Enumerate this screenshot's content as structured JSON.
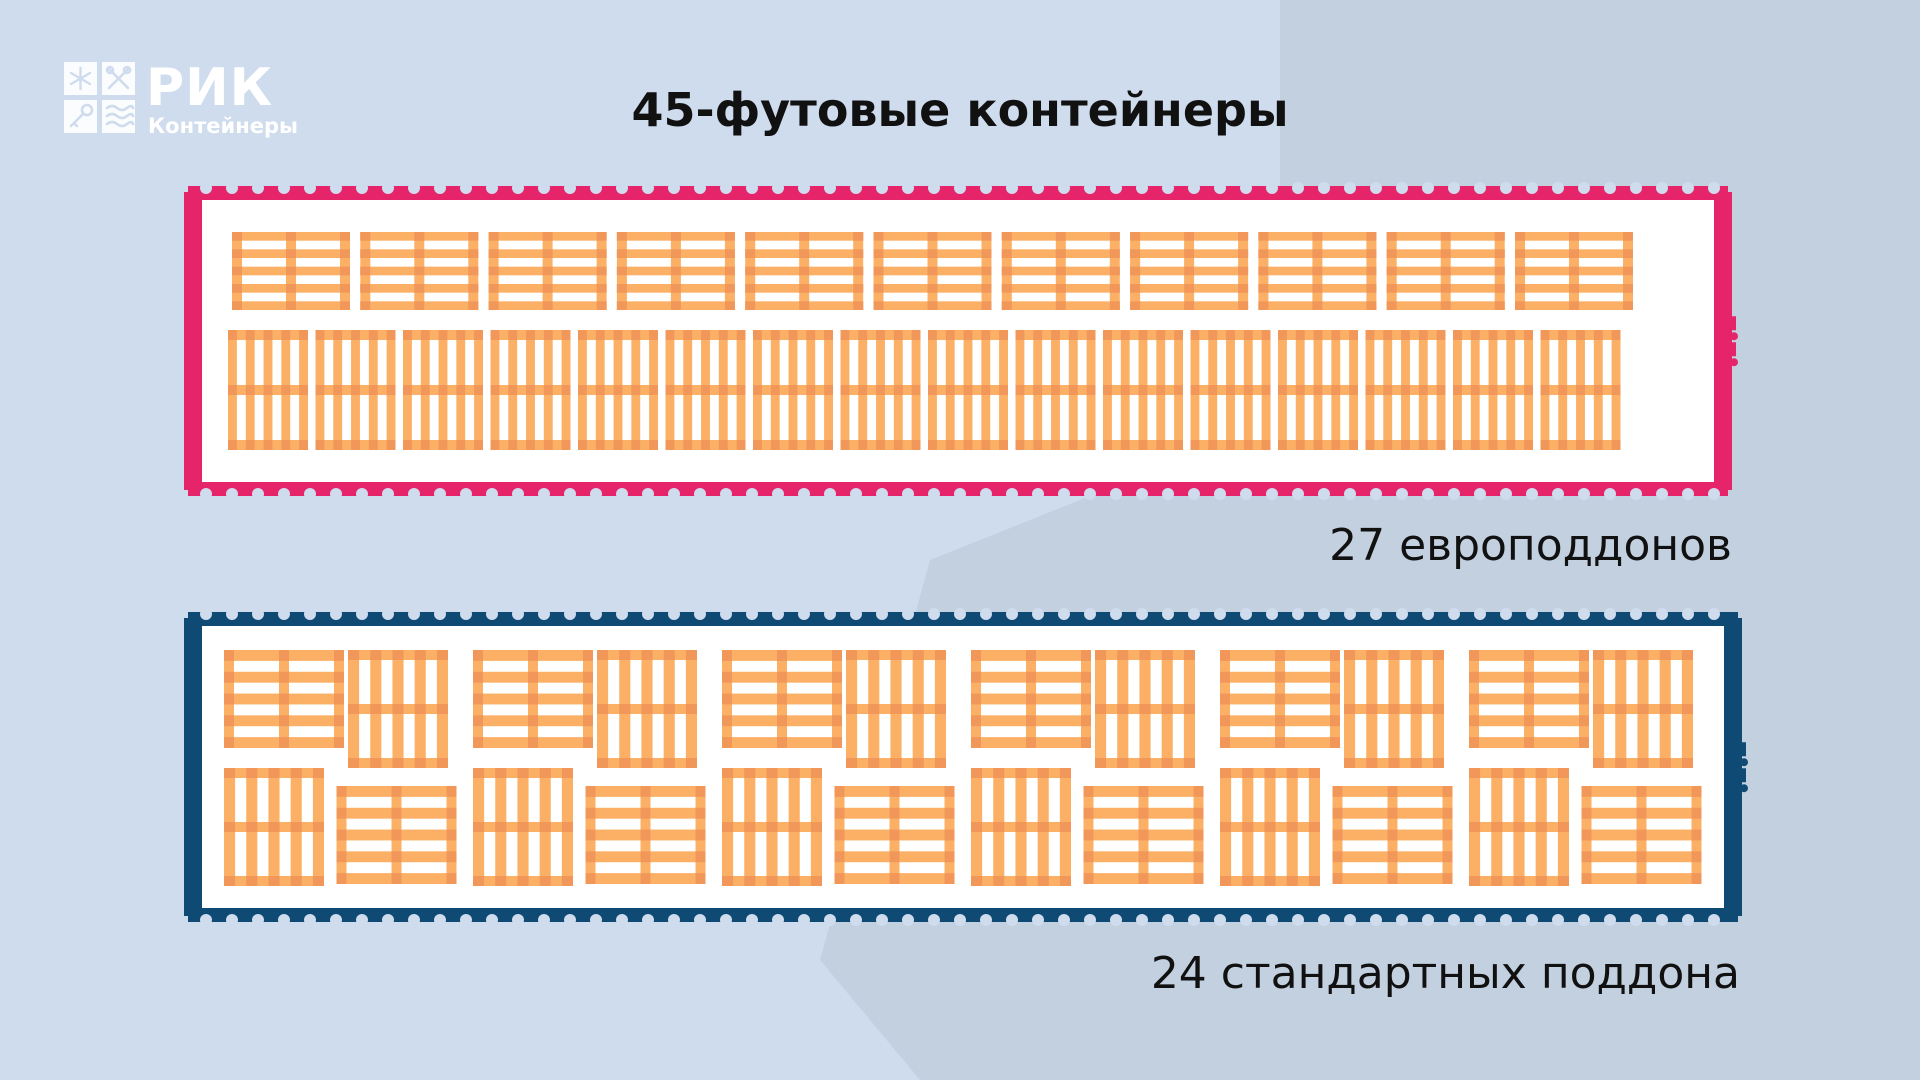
{
  "logo": {
    "name": "РИК",
    "subtitle": "Контейнеры",
    "icons": [
      "snowflake-icon",
      "tools-icon",
      "key-icon",
      "waves-icon"
    ]
  },
  "title": "45-футовые контейнеры",
  "containers": [
    {
      "caption": "27 европоддонов",
      "frame_color": "#e5246a",
      "pallet_color": "#fbb066",
      "pallet_accent": "#f2975a",
      "rows": [
        {
          "count": 11,
          "orientation": "horizontal"
        },
        {
          "count": 16,
          "orientation": "vertical"
        }
      ]
    },
    {
      "caption": "24 стандартных поддона",
      "frame_color": "#0e4a73",
      "pallet_color": "#fbb066",
      "pallet_accent": "#f2975a",
      "rows": [
        {
          "count": 12,
          "pattern": "horizontal-vertical"
        },
        {
          "count": 12,
          "pattern": "vertical-horizontal"
        }
      ]
    }
  ],
  "colors": {
    "background": "#cfdcee",
    "background_shade": "#c3d0df",
    "container_inner": "#ffffff",
    "text": "#111111"
  }
}
